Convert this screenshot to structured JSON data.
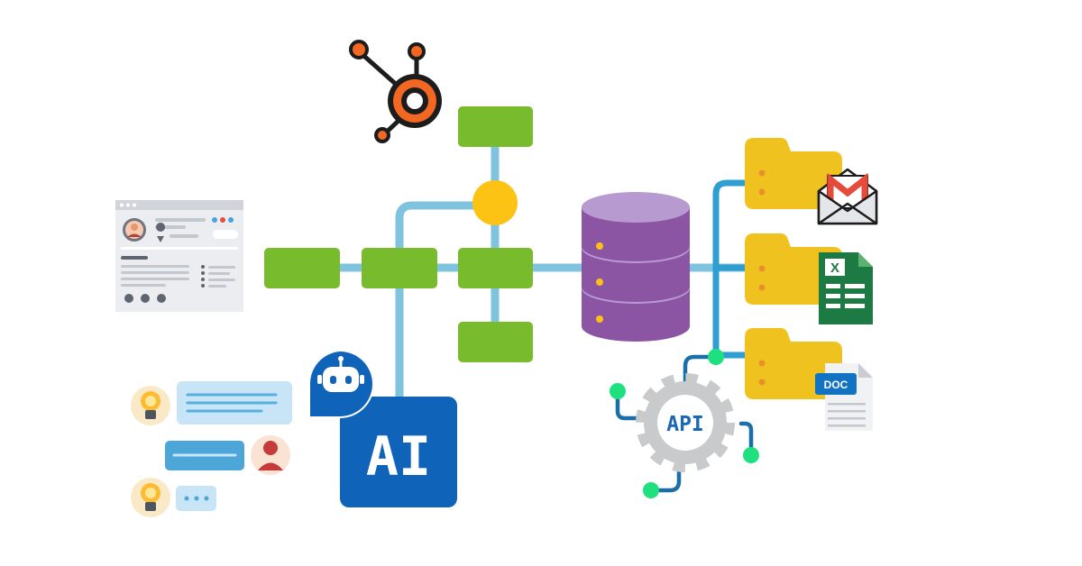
{
  "ai_block": {
    "label": "AI"
  },
  "api_gear": {
    "label": "API"
  },
  "doc_file": {
    "label": "DOC"
  },
  "sheet_file": {
    "label": "X"
  },
  "icons": [
    "hubspot-logo",
    "crm-profile-window",
    "chatbot-icon",
    "ai-block",
    "database-icon",
    "folder-icon",
    "gmail-icon",
    "spreadsheet-icon",
    "doc-file-icon",
    "api-gear-icon",
    "lightbulb-icon",
    "user-avatar-icon",
    "chat-bubble"
  ],
  "colors": {
    "pipe": "#7fc3df",
    "node": "#78bb2c",
    "hub": "#fcc315",
    "database": "#8c55a4",
    "folder": "#f0c21f",
    "ai": "#0f63b8",
    "hubspot": "#f26722",
    "api_gear": "#c8cacc",
    "api_text": "#1a67b5",
    "connector_dot": "#1ee07f",
    "circuit": "#1a6fa8",
    "excel": "#1d7a43",
    "gmail_red": "#e64a3b",
    "bubble_light": "#c7e5f6",
    "bubble_mid": "#4da6d8",
    "bulb_bg": "#fae9c6",
    "user_bg": "#fae3d2"
  }
}
